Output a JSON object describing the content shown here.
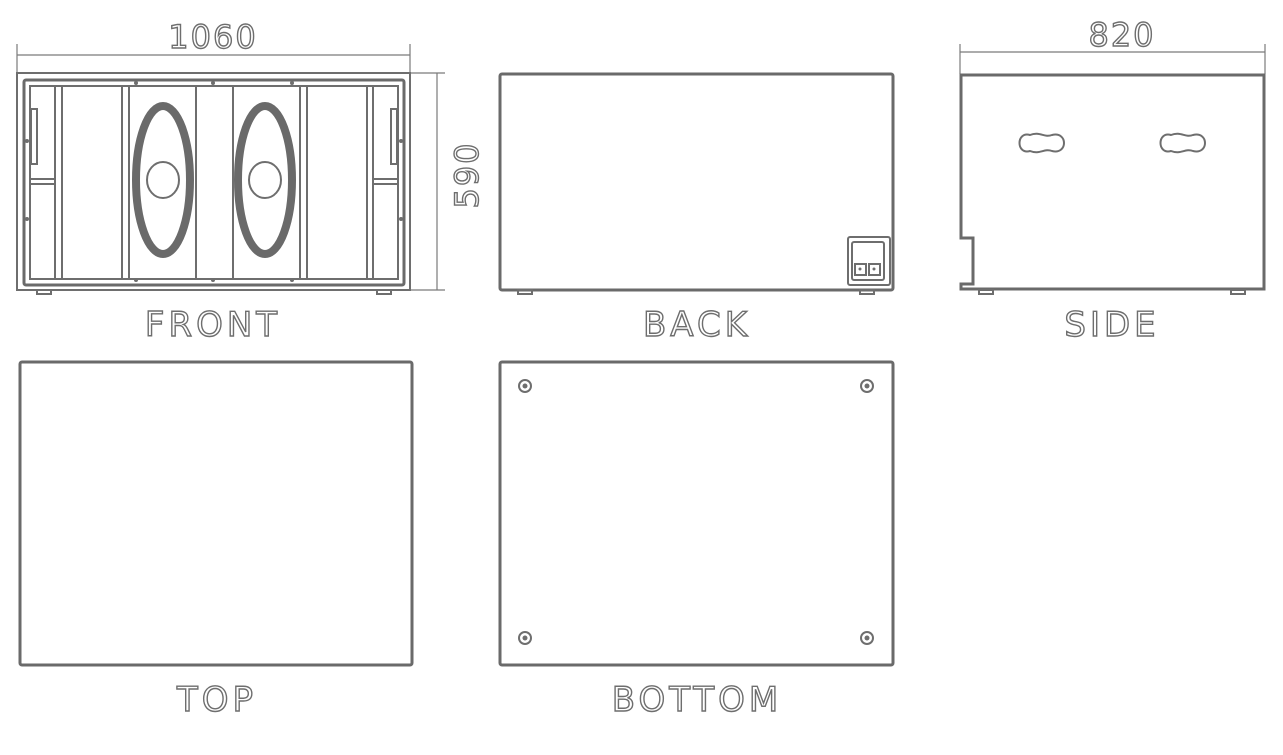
{
  "dimensions": {
    "width": "1060",
    "height": "590",
    "depth": "820"
  },
  "views": {
    "front": "FRONT",
    "back": "BACK",
    "side": "SIDE",
    "top": "TOP",
    "bottom": "BOTTOM"
  },
  "colors": {
    "line": "#6e6e6e"
  }
}
